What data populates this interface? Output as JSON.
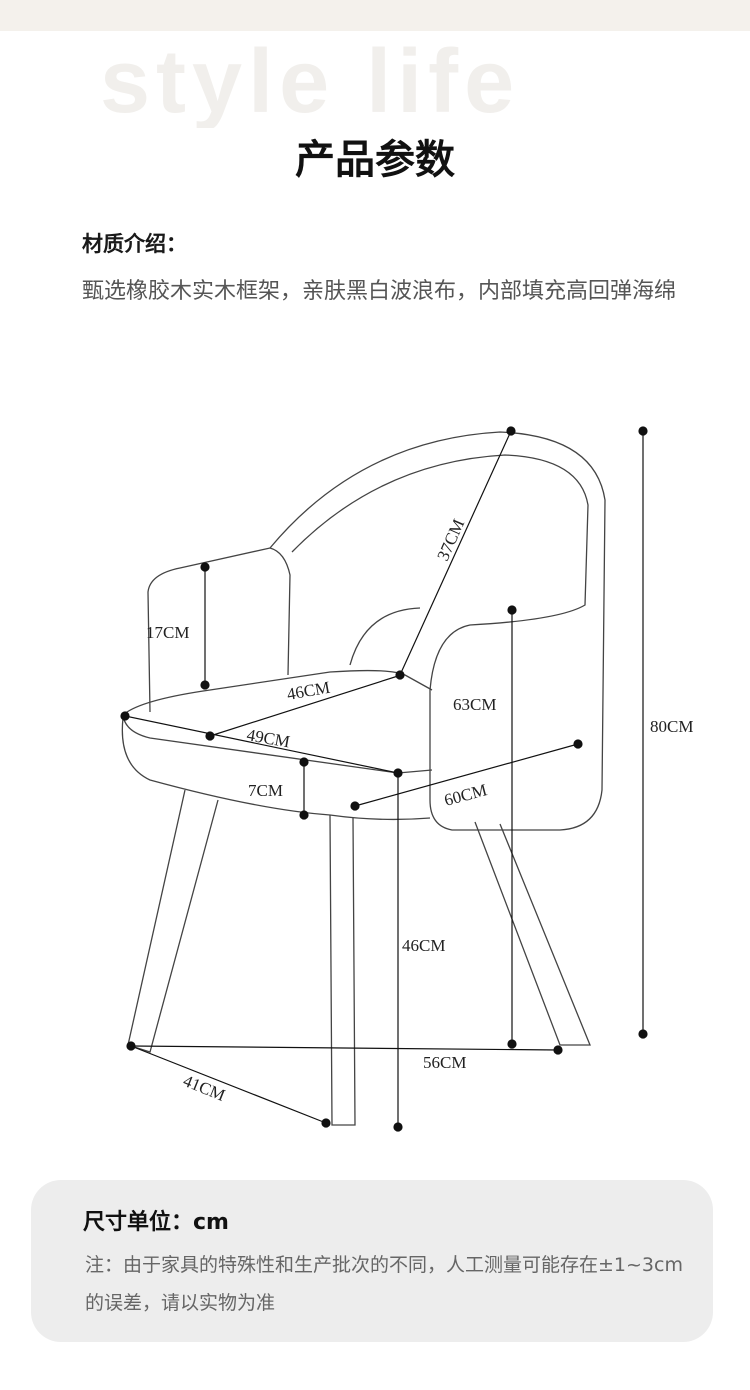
{
  "watermark": "style life",
  "title": "产品参数",
  "material": {
    "heading": "材质介绍：",
    "text": "甄选橡胶木实木框架，亲肤黑白波浪布，内部填充高回弹海绵"
  },
  "dimensions": {
    "back_width": "37CM",
    "arm_height": "17CM",
    "seat_depth_inner": "46CM",
    "seat_width": "49CM",
    "cushion_thickness": "7CM",
    "seat_back_height": "63CM",
    "total_height": "80CM",
    "overall_width": "60CM",
    "seat_height": "46CM",
    "leg_span_width": "56CM",
    "leg_span_depth": "41CM"
  },
  "note": {
    "heading": "尺寸单位：cm",
    "text": "注：由于家具的特殊性和生产批次的不同，人工测量可能存在±1~3cm的误差，请以实物为准"
  }
}
